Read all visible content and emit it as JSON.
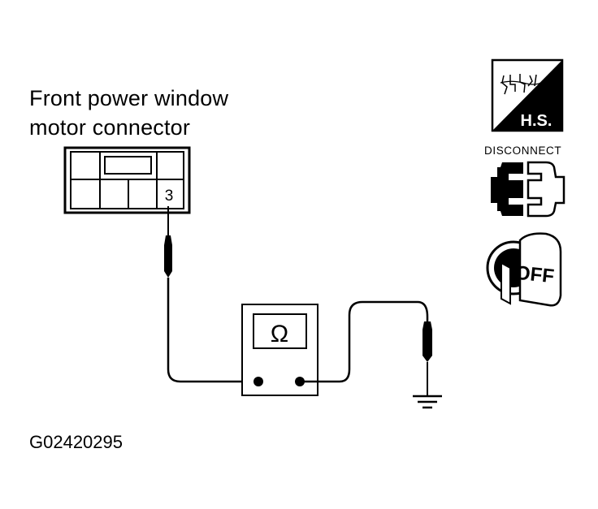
{
  "connector": {
    "title_line1": "Front power window",
    "title_line2": "motor connector",
    "pin_label": "3"
  },
  "meter": {
    "symbol": "Ω"
  },
  "icons": {
    "hs_label": "H.S.",
    "disconnect_label": "DISCONNECT",
    "off_label": "OFF",
    "names": [
      "harness-side-icon",
      "disconnect-icon",
      "ignition-off-icon"
    ]
  },
  "figure_id": "G02420295"
}
